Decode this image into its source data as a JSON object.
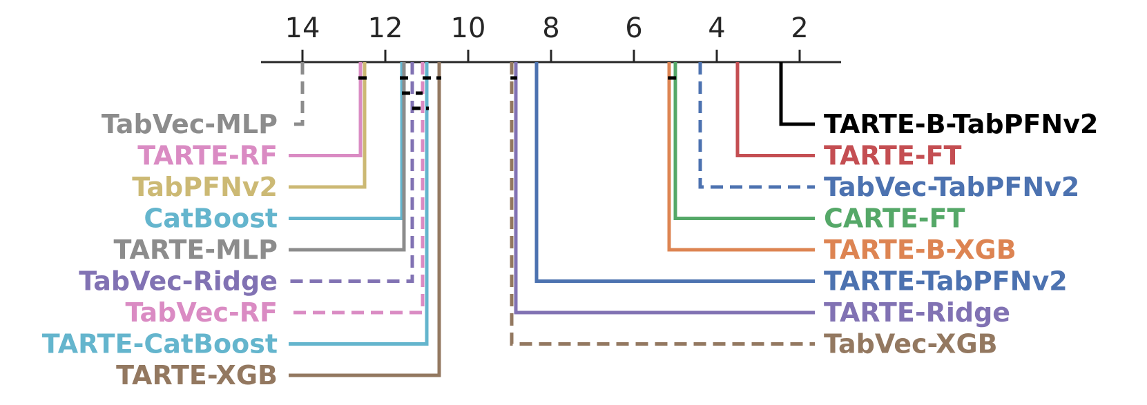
{
  "chart_data": {
    "type": "critical-difference-diagram",
    "axis": {
      "reversed": true,
      "range": [
        15,
        1
      ],
      "ticks": [
        14,
        12,
        10,
        8,
        6,
        4,
        2
      ]
    },
    "methods": [
      {
        "name": "TabVec-MLP",
        "rank": 14.0,
        "color": "#8c8c8c",
        "dashed": true,
        "side": "left"
      },
      {
        "name": "TARTE-RF",
        "rank": 12.6,
        "color": "#da8bc3",
        "dashed": false,
        "side": "left"
      },
      {
        "name": "TabPFNv2",
        "rank": 12.5,
        "color": "#ccb974",
        "dashed": false,
        "side": "left"
      },
      {
        "name": "CatBoost",
        "rank": 11.6,
        "color": "#64b5cd",
        "dashed": false,
        "side": "left"
      },
      {
        "name": "TARTE-MLP",
        "rank": 11.55,
        "color": "#8c8c8c",
        "dashed": false,
        "side": "left"
      },
      {
        "name": "TabVec-Ridge",
        "rank": 11.35,
        "color": "#8172b3",
        "dashed": true,
        "side": "left"
      },
      {
        "name": "TabVec-RF",
        "rank": 11.1,
        "color": "#da8bc3",
        "dashed": true,
        "side": "left"
      },
      {
        "name": "TARTE-CatBoost",
        "rank": 11.0,
        "color": "#64b5cd",
        "dashed": false,
        "side": "left"
      },
      {
        "name": "TARTE-XGB",
        "rank": 10.7,
        "color": "#937860",
        "dashed": false,
        "side": "left"
      },
      {
        "name": "TARTE-B-TabPFNv2",
        "rank": 2.45,
        "color": "#000000",
        "dashed": false,
        "side": "right"
      },
      {
        "name": "TARTE-FT",
        "rank": 3.5,
        "color": "#c44e52",
        "dashed": false,
        "side": "right"
      },
      {
        "name": "TabVec-TabPFNv2",
        "rank": 4.4,
        "color": "#4c72b0",
        "dashed": true,
        "side": "right"
      },
      {
        "name": "CARTE-FT",
        "rank": 5.0,
        "color": "#55a868",
        "dashed": false,
        "side": "right"
      },
      {
        "name": "TARTE-B-XGB",
        "rank": 5.15,
        "color": "#dd8452",
        "dashed": false,
        "side": "right"
      },
      {
        "name": "TARTE-TabPFNv2",
        "rank": 8.35,
        "color": "#4c72b0",
        "dashed": false,
        "side": "right"
      },
      {
        "name": "TARTE-Ridge",
        "rank": 8.85,
        "color": "#8172b3",
        "dashed": false,
        "side": "right"
      },
      {
        "name": "TabVec-XGB",
        "rank": 8.95,
        "color": "#937860",
        "dashed": true,
        "side": "right"
      }
    ],
    "cliques": [
      {
        "from": 12.65,
        "to": 12.45,
        "level": 0
      },
      {
        "from": 11.65,
        "to": 11.35,
        "level": 0
      },
      {
        "from": 11.1,
        "to": 10.65,
        "level": 0
      },
      {
        "from": 11.6,
        "to": 11.1,
        "level": 1
      },
      {
        "from": 11.35,
        "to": 10.95,
        "level": 2
      },
      {
        "from": 8.98,
        "to": 8.82,
        "level": 0
      },
      {
        "from": 5.18,
        "to": 4.98,
        "level": 0
      }
    ]
  }
}
